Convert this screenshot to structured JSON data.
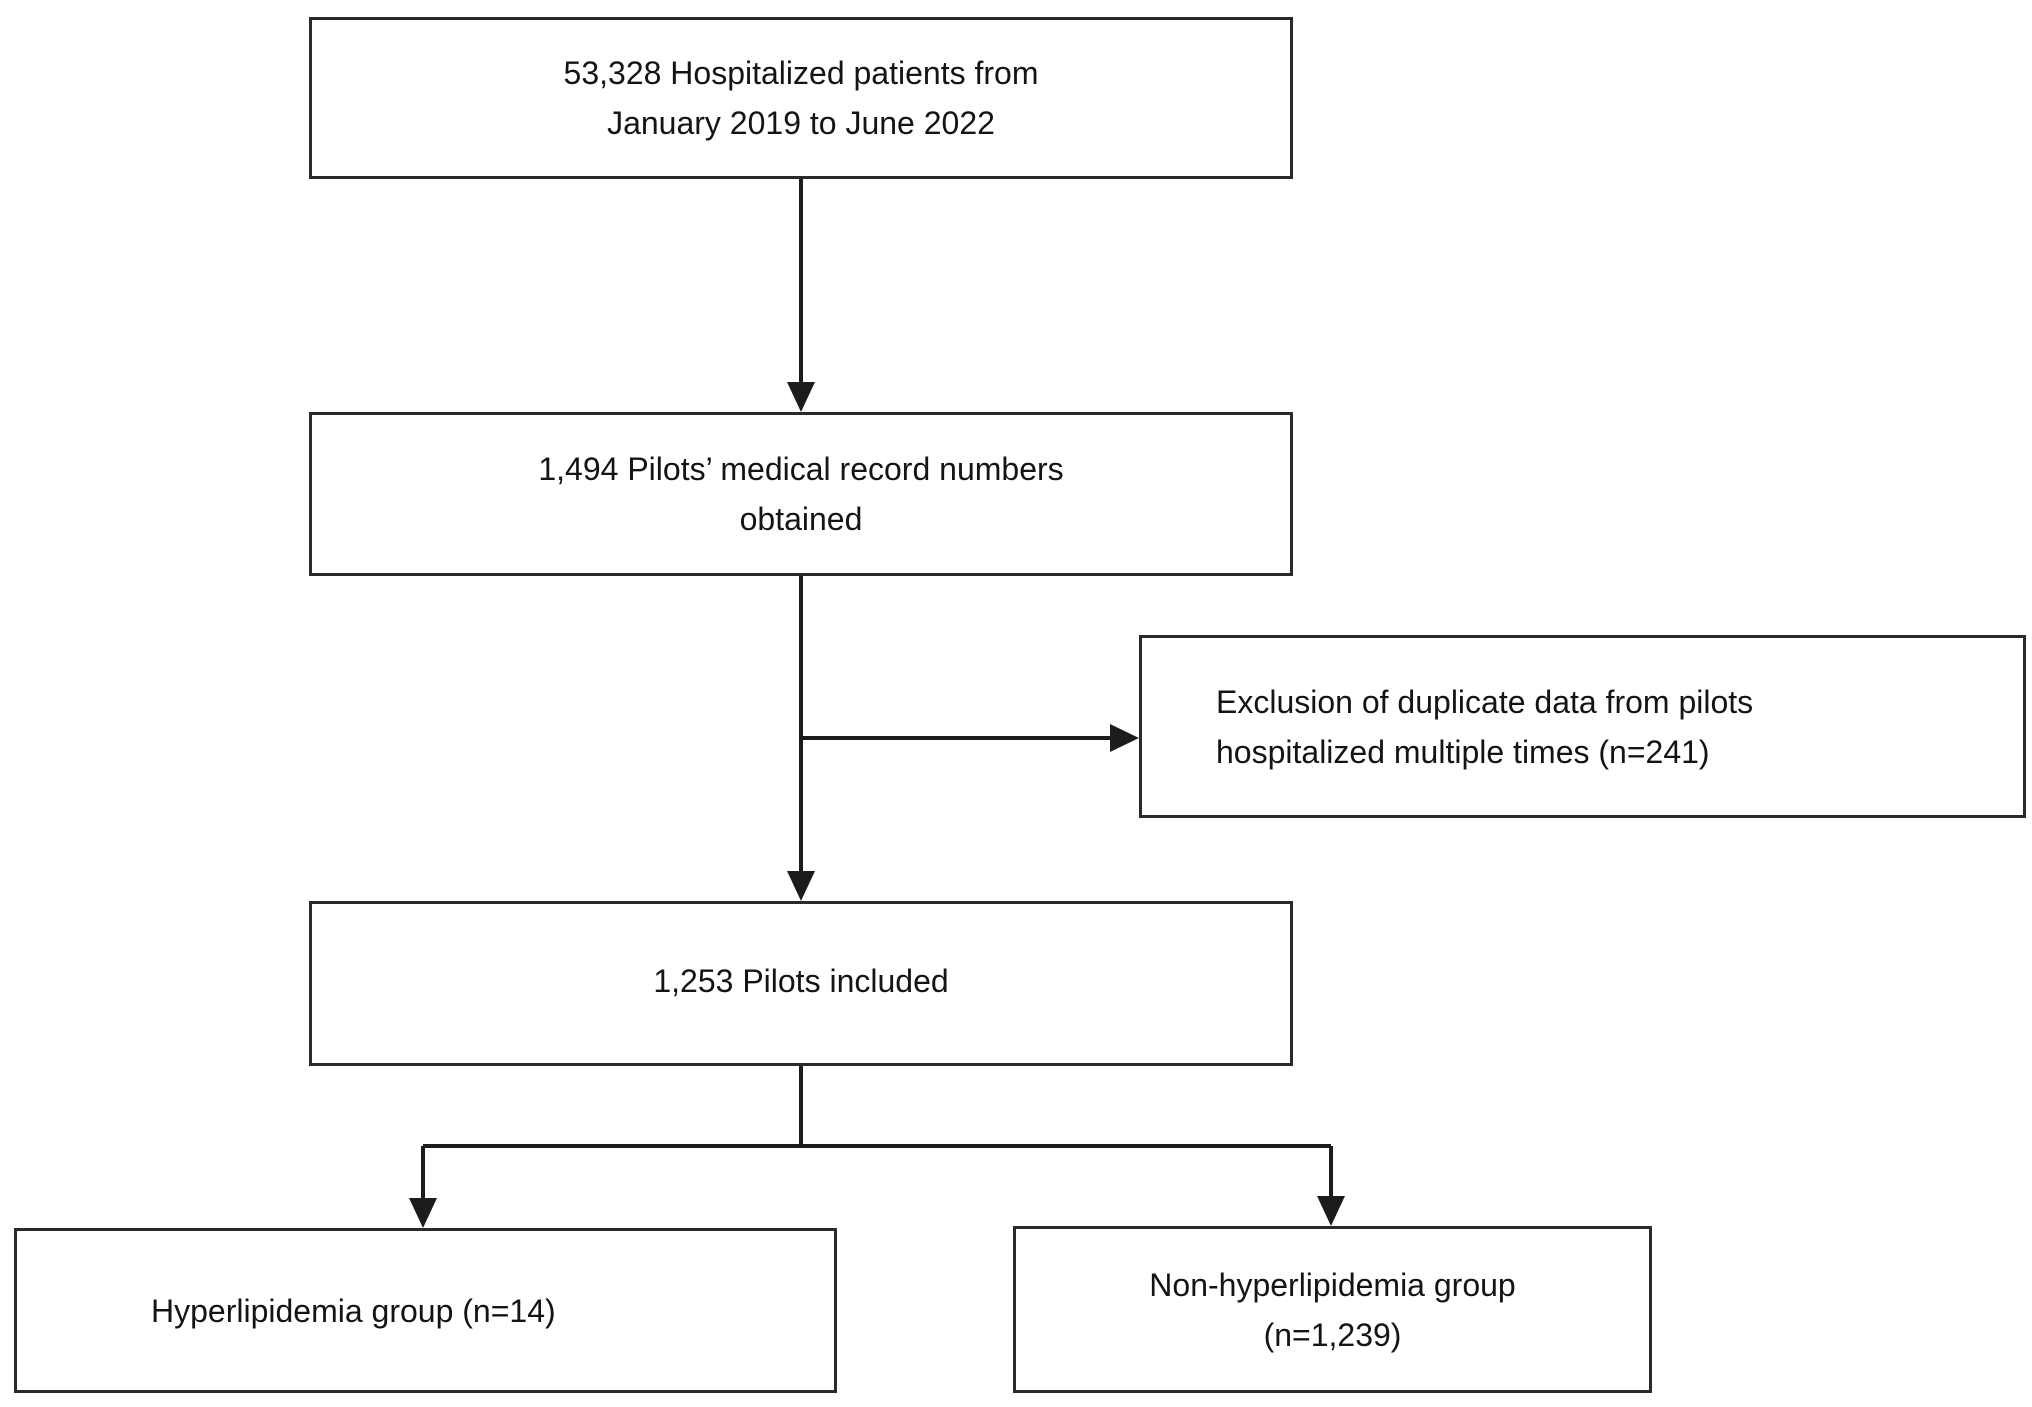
{
  "colors": {
    "stroke": "#2a2a2a",
    "text": "#141414",
    "background": "#ffffff"
  },
  "boxes": {
    "total": {
      "line1": "53,328 Hospitalized patients from",
      "line2": "January 2019 to June 2022"
    },
    "records": {
      "line1": "1,494 Pilots’ medical record numbers",
      "line2": "obtained"
    },
    "exclusion": {
      "line1": "Exclusion of duplicate data from pilots",
      "line2": "hospitalized multiple times (n=241)"
    },
    "included": {
      "line1": "1,253 Pilots included"
    },
    "hyperlipidemia": {
      "line1": "Hyperlipidemia group (n=14)"
    },
    "non_hyperlipidemia": {
      "line1": "Non-hyperlipidemia group",
      "line2": "(n=1,239)"
    }
  }
}
